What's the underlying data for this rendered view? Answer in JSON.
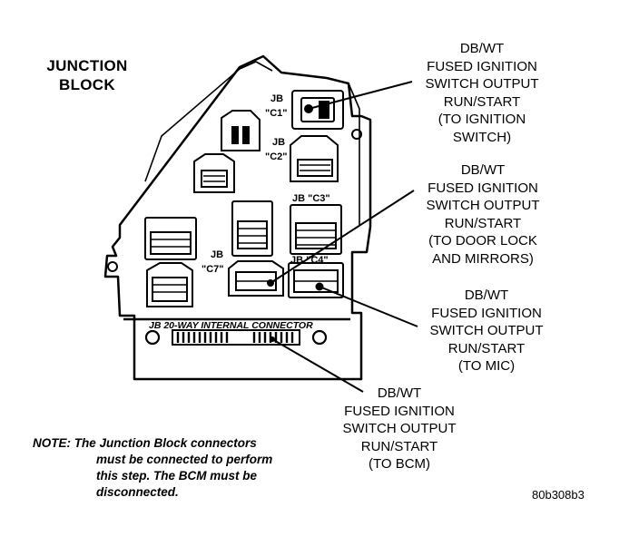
{
  "title": [
    "JUNCTION",
    "BLOCK"
  ],
  "connector_labels": {
    "c1": [
      "JB",
      "\"C1\""
    ],
    "c2": [
      "JB",
      "\"C2\""
    ],
    "c3": "JB \"C3\"",
    "c4": "JB \"C4\"",
    "c7": [
      "JB",
      "\"C7\""
    ],
    "internal": "JB 20-WAY INTERNAL CONNECTOR"
  },
  "callouts": [
    {
      "lines": [
        "DB/WT",
        "FUSED IGNITION",
        "SWITCH OUTPUT",
        "RUN/START",
        "(TO IGNITION",
        "SWITCH)"
      ]
    },
    {
      "lines": [
        "DB/WT",
        "FUSED IGNITION",
        "SWITCH OUTPUT",
        "RUN/START",
        "(TO DOOR LOCK",
        "AND MIRRORS)"
      ]
    },
    {
      "lines": [
        "DB/WT",
        "FUSED IGNITION",
        "SWITCH OUTPUT",
        "RUN/START",
        "(TO MIC)"
      ]
    },
    {
      "lines": [
        "DB/WT",
        "FUSED IGNITION",
        "SWITCH OUTPUT",
        "RUN/START",
        "(TO BCM)"
      ]
    }
  ],
  "note": {
    "lines": [
      "NOTE: The Junction Block connectors",
      "must be connected to perform",
      "this step. The BCM must be",
      "disconnected."
    ]
  },
  "reference_code": "80b308b3"
}
